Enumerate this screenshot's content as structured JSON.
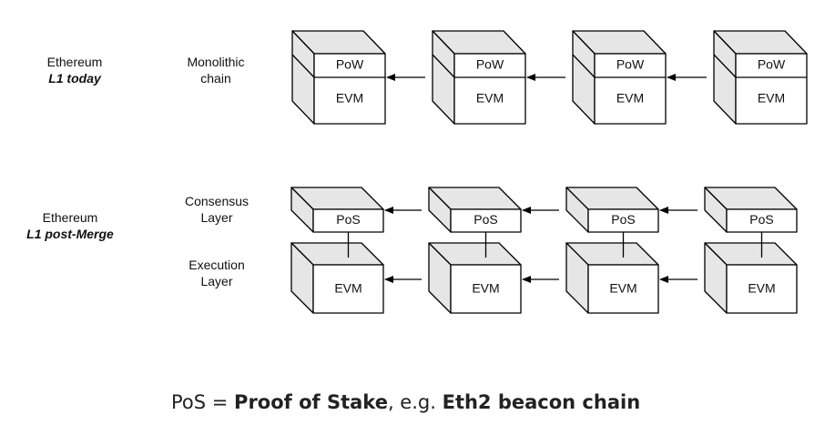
{
  "row1": {
    "side_label": "Ethereum",
    "side_label_em": "L1 today",
    "layer_label_line1": "Monolithic",
    "layer_label_line2": "chain",
    "blocks": [
      {
        "top": "PoW",
        "bottom": "EVM"
      },
      {
        "top": "PoW",
        "bottom": "EVM"
      },
      {
        "top": "PoW",
        "bottom": "EVM"
      },
      {
        "top": "PoW",
        "bottom": "EVM"
      }
    ]
  },
  "row2": {
    "side_label": "Ethereum",
    "side_label_em": "L1 post-Merge",
    "consensus_label_line1": "Consensus",
    "consensus_label_line2": "Layer",
    "execution_label_line1": "Execution",
    "execution_label_line2": "Layer",
    "consensus_blocks": [
      "PoS",
      "PoS",
      "PoS",
      "PoS"
    ],
    "execution_blocks": [
      "EVM",
      "EVM",
      "EVM",
      "EVM"
    ]
  },
  "caption": {
    "p1": "PoS = ",
    "b1": "Proof of Stake",
    "p2": ", e.g. ",
    "b2": "Eth2 beacon chain"
  }
}
